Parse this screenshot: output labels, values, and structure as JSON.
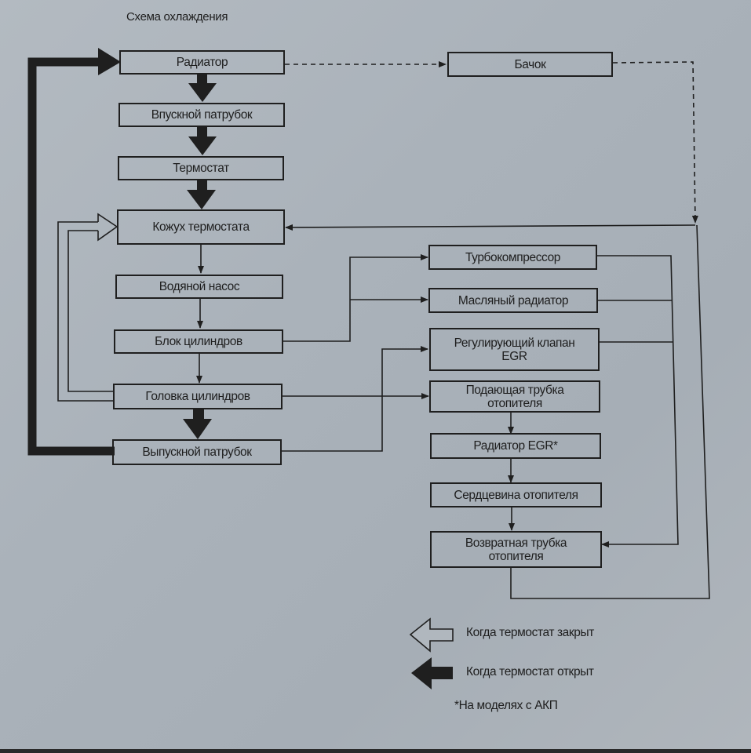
{
  "title": "Схема охлаждения",
  "nodes": {
    "radiator": "Радиатор",
    "inlet_pipe": "Впускной патрубок",
    "thermostat": "Термостат",
    "thermostat_housing": "Кожух термостата",
    "water_pump": "Водяной насос",
    "cylinder_block": "Блок цилиндров",
    "cylinder_head": "Головка цилиндров",
    "outlet_pipe": "Выпускной патрубок",
    "reservoir": "Бачок",
    "turbocharger": "Турбокомпрессор",
    "oil_cooler": "Масляный радиатор",
    "egr_valve": "Регулирующий клапан EGR",
    "heater_supply_pipe": "Подающая трубка отопителя",
    "egr_cooler": "Радиатор EGR*",
    "heater_core": "Сердцевина отопителя",
    "heater_return_pipe": "Возвратная трубка отопителя"
  },
  "edges": [
    {
      "from": "radiator",
      "to": "inlet_pipe",
      "style": "thick-filled"
    },
    {
      "from": "inlet_pipe",
      "to": "thermostat",
      "style": "thick-filled"
    },
    {
      "from": "thermostat",
      "to": "thermostat_housing",
      "style": "thick-filled"
    },
    {
      "from": "thermostat_housing",
      "to": "water_pump",
      "style": "thin"
    },
    {
      "from": "water_pump",
      "to": "cylinder_block",
      "style": "thin"
    },
    {
      "from": "cylinder_block",
      "to": "cylinder_head",
      "style": "thin"
    },
    {
      "from": "cylinder_head",
      "to": "outlet_pipe",
      "style": "thick-filled"
    },
    {
      "from": "outlet_pipe",
      "to": "radiator",
      "style": "thick-filled"
    },
    {
      "from": "cylinder_head",
      "to": "thermostat_housing",
      "style": "hollow"
    },
    {
      "from": "radiator",
      "to": "reservoir",
      "style": "dashed"
    },
    {
      "from": "reservoir",
      "to": "thermostat_housing",
      "style": "dashed"
    },
    {
      "from": "cylinder_block",
      "to": "turbocharger",
      "style": "thin"
    },
    {
      "from": "cylinder_block",
      "to": "oil_cooler",
      "style": "thin"
    },
    {
      "from": "outlet_pipe",
      "to": "egr_valve",
      "style": "thin"
    },
    {
      "from": "cylinder_head",
      "to": "heater_supply_pipe",
      "style": "thin"
    },
    {
      "from": "heater_supply_pipe",
      "to": "egr_cooler",
      "style": "thin"
    },
    {
      "from": "egr_cooler",
      "to": "heater_core",
      "style": "thin"
    },
    {
      "from": "heater_core",
      "to": "heater_return_pipe",
      "style": "thin"
    },
    {
      "from": "turbocharger",
      "to": "heater_return_pipe",
      "style": "thin"
    },
    {
      "from": "oil_cooler",
      "to": "heater_return_pipe",
      "style": "thin"
    },
    {
      "from": "egr_valve",
      "to": "heater_return_pipe",
      "style": "thin"
    },
    {
      "from": "heater_return_pipe",
      "to": "thermostat_housing",
      "style": "thin"
    }
  ],
  "legend": {
    "closed": "Когда термостат закрыт",
    "open": "Когда термостат открыт",
    "footnote": "*На моделях с АКП"
  },
  "colors": {
    "ink": "#1f1f1f",
    "paper": "#acb4bc"
  }
}
